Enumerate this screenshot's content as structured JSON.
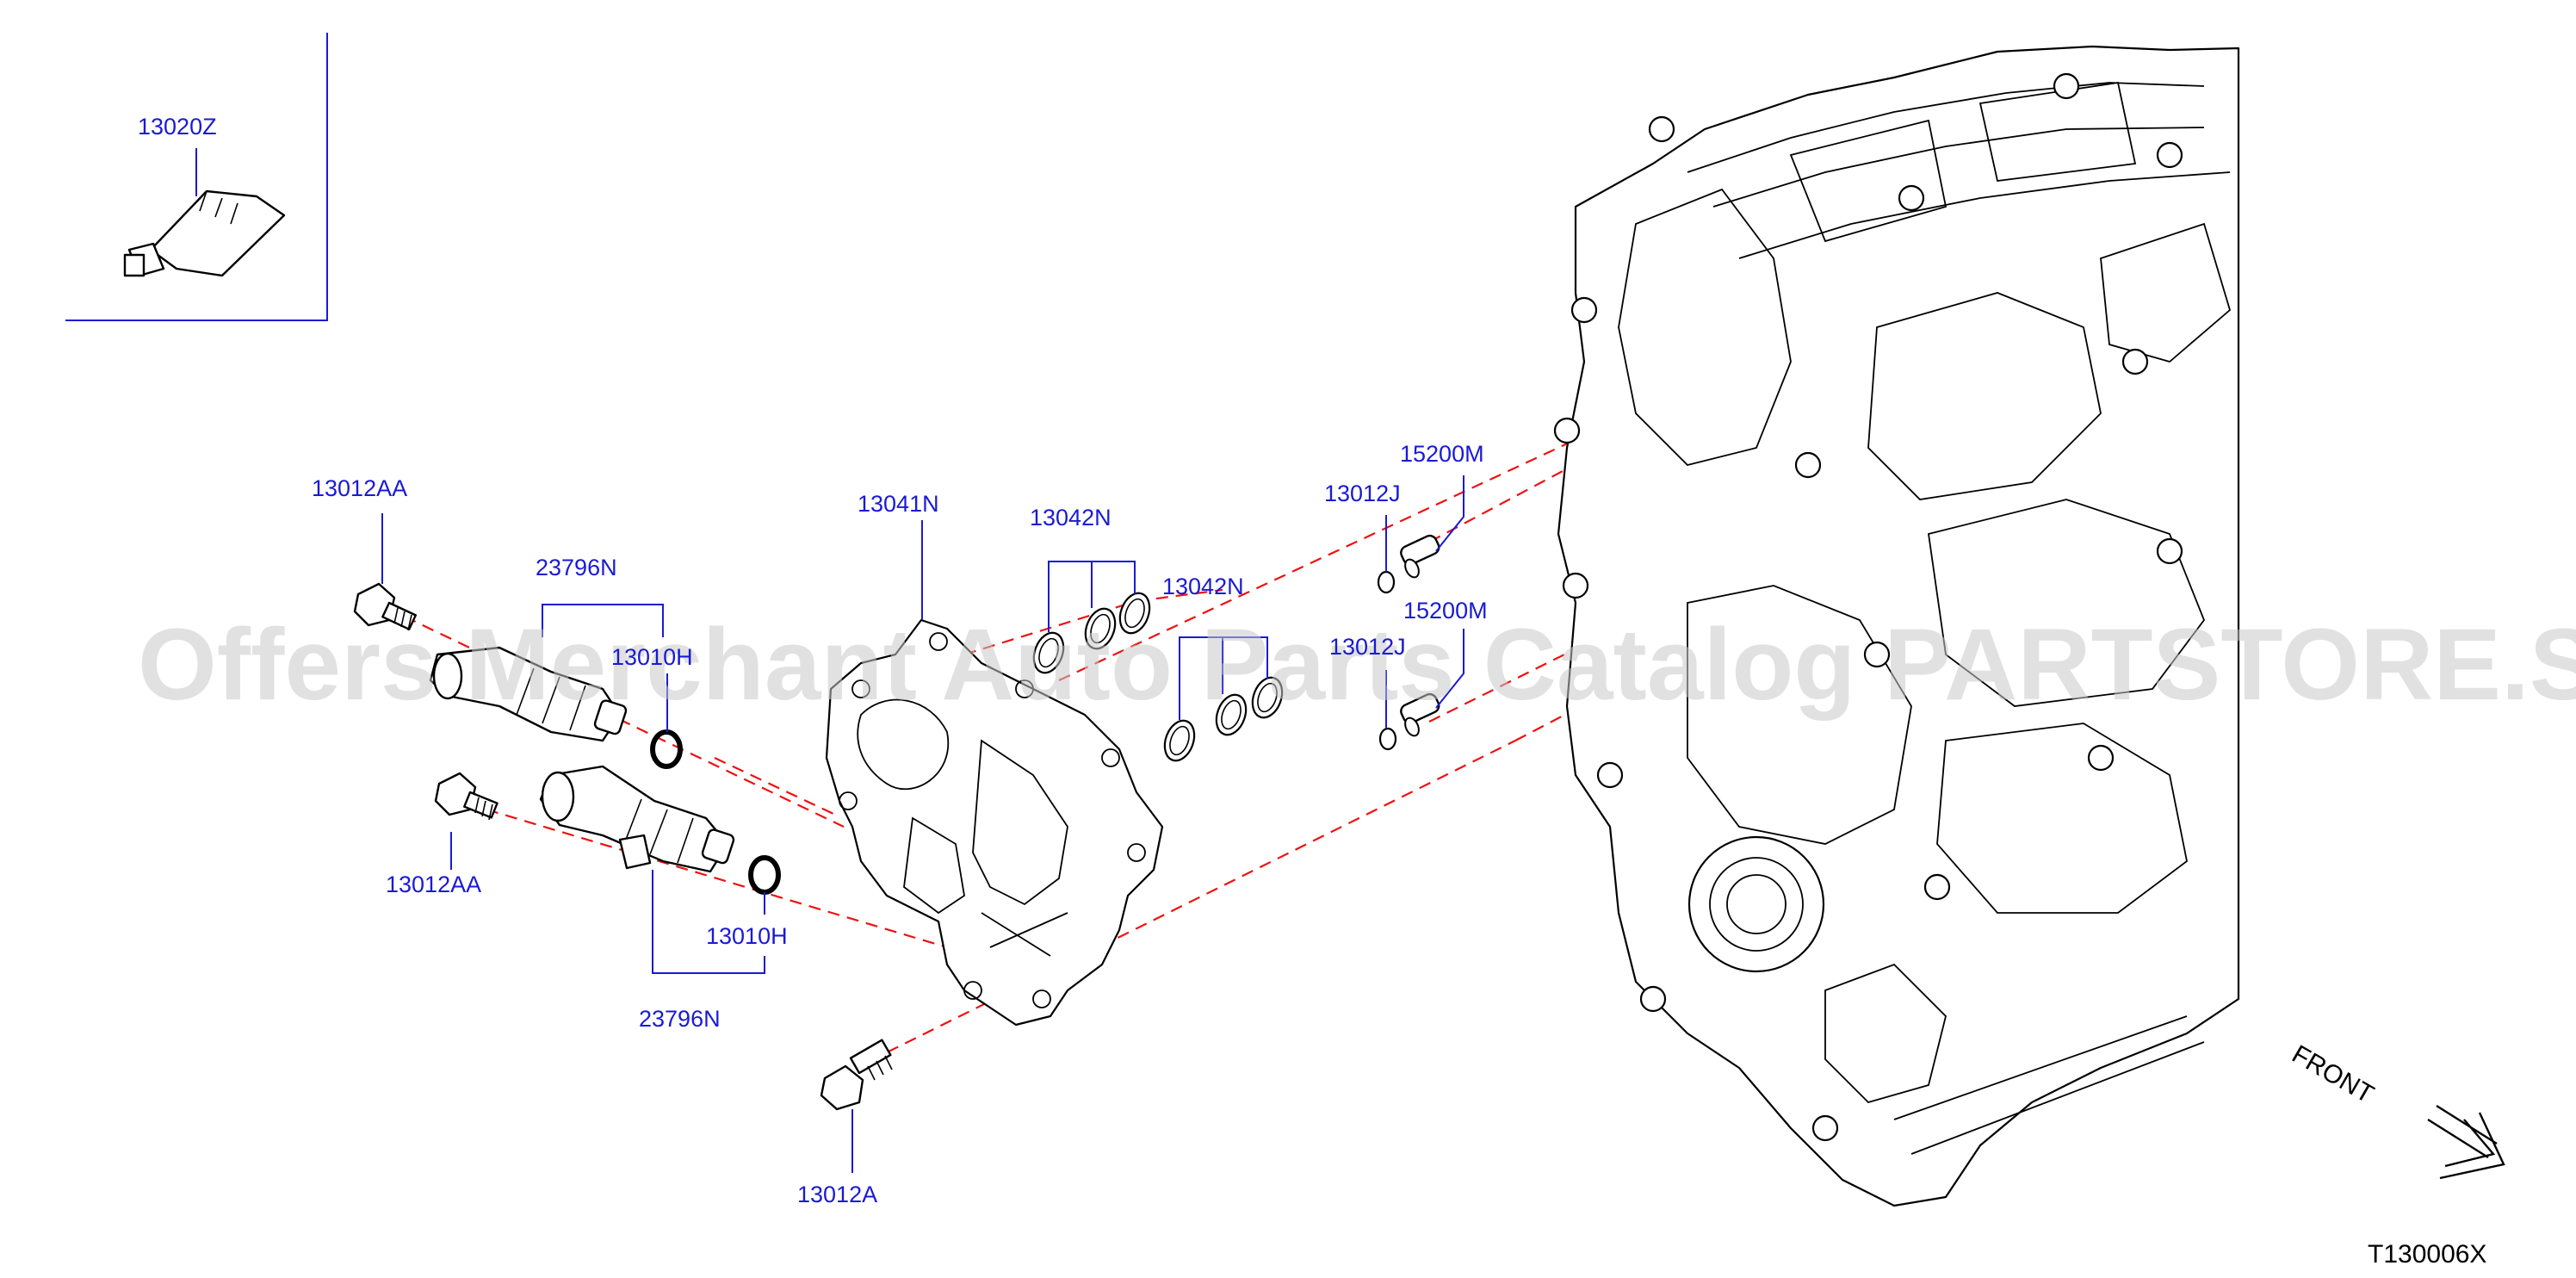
{
  "labels": {
    "p_13020z": "13020Z",
    "p_13012aa_top": "13012AA",
    "p_23796n_top": "23796N",
    "p_13010h_top": "13010H",
    "p_13012aa_bottom": "13012AA",
    "p_13010h_bottom": "13010H",
    "p_23796n_bottom": "23796N",
    "p_13041n": "13041N",
    "p_13042n_a": "13042N",
    "p_13042n_b": "13042N",
    "p_13012a": "13012A",
    "p_13012j_a": "13012J",
    "p_13012j_b": "13012J",
    "p_15200m_a": "15200M",
    "p_15200m_b": "15200M"
  },
  "front_label": "FRONT",
  "diagram_code": "T130006X",
  "watermark": "Offers Merchant Auto Parts Catalog PARTSTORE.SA",
  "colors": {
    "callout_text": "#1a1ad6",
    "assembly_line": "#e11111",
    "watermark": "#c9c9c9"
  }
}
